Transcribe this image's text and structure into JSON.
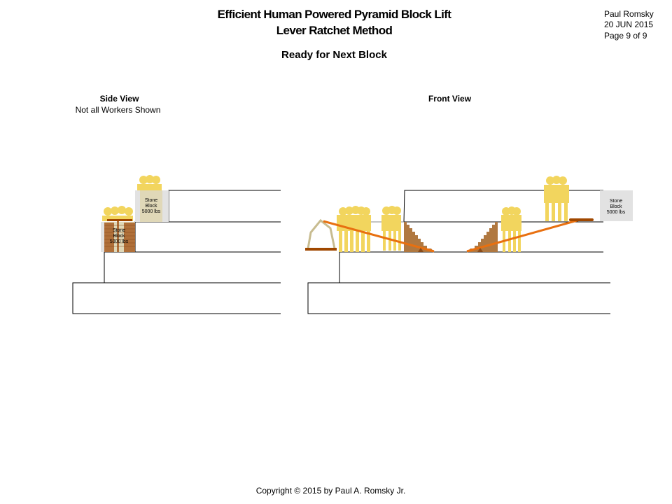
{
  "header": {
    "title_line1": "Efficient Human Powered Pyramid Block Lift",
    "title_line2": "Lever Ratchet Method",
    "subtitle": "Ready for Next Block",
    "author": "Paul Romsky",
    "date": "20 JUN 2015",
    "page": "Page 9 of 9"
  },
  "side_view": {
    "label": "Side View",
    "note": "Not all Workers Shown",
    "upper_block": [
      "Stone",
      "Block",
      "5000 lbs"
    ],
    "lower_block": [
      "Stone",
      "Block",
      "5000 lbs"
    ]
  },
  "front_view": {
    "label": "Front View",
    "block": [
      "Stone",
      "Block",
      "5000 lbs"
    ]
  },
  "footer": {
    "copyright": "Copyright © 2015 by Paul A. Romsky Jr."
  },
  "colors": {
    "worker": "#F2D55E",
    "ramp": "#B07840",
    "lever": "#E87010",
    "wood": "#A04800",
    "block": "#E2E2E2",
    "trestle": "#C8BC90"
  }
}
